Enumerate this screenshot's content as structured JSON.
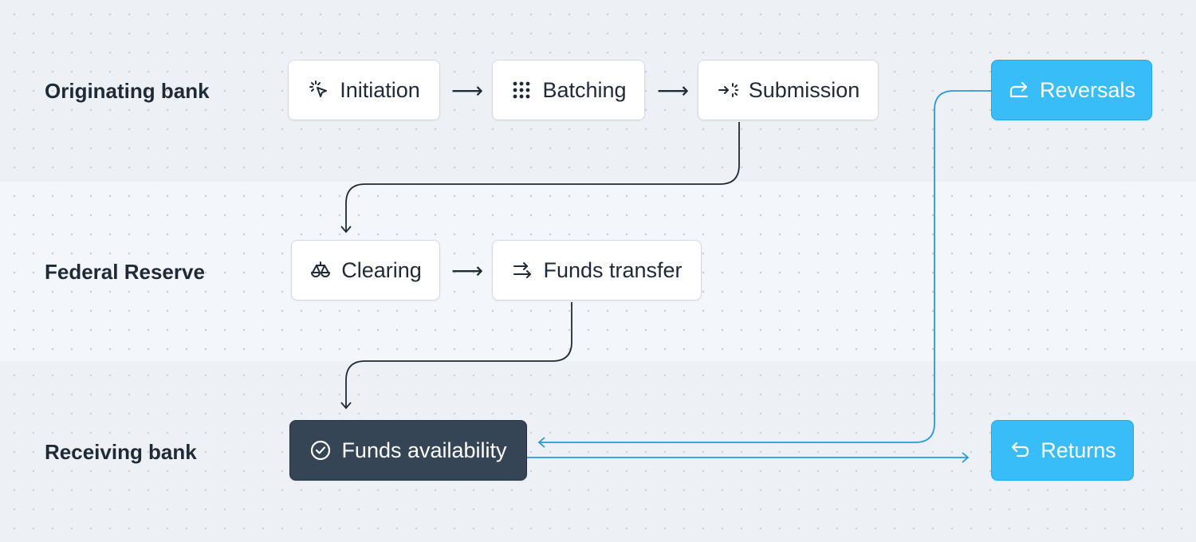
{
  "lanes": {
    "originating": "Originating bank",
    "federal": "Federal Reserve",
    "receiving": "Receiving bank"
  },
  "nodes": {
    "initiation": "Initiation",
    "batching": "Batching",
    "submission": "Submission",
    "reversals": "Reversals",
    "clearing": "Clearing",
    "funds_transfer": "Funds transfer",
    "funds_availability": "Funds availability",
    "returns": "Returns"
  },
  "colors": {
    "accent_blue": "#38bdf8",
    "dark_node": "#354555",
    "connector": "#1f2a37",
    "blue_connector": "#2a9ad6"
  },
  "icons": {
    "initiation": "pointer-click-icon",
    "batching": "grid-dots-icon",
    "submission": "merge-arrow-icon",
    "reversals": "redo-arrow-icon",
    "clearing": "scale-icon",
    "funds_transfer": "transfer-arrows-icon",
    "funds_availability": "check-circle-icon",
    "returns": "undo-arrow-icon"
  }
}
